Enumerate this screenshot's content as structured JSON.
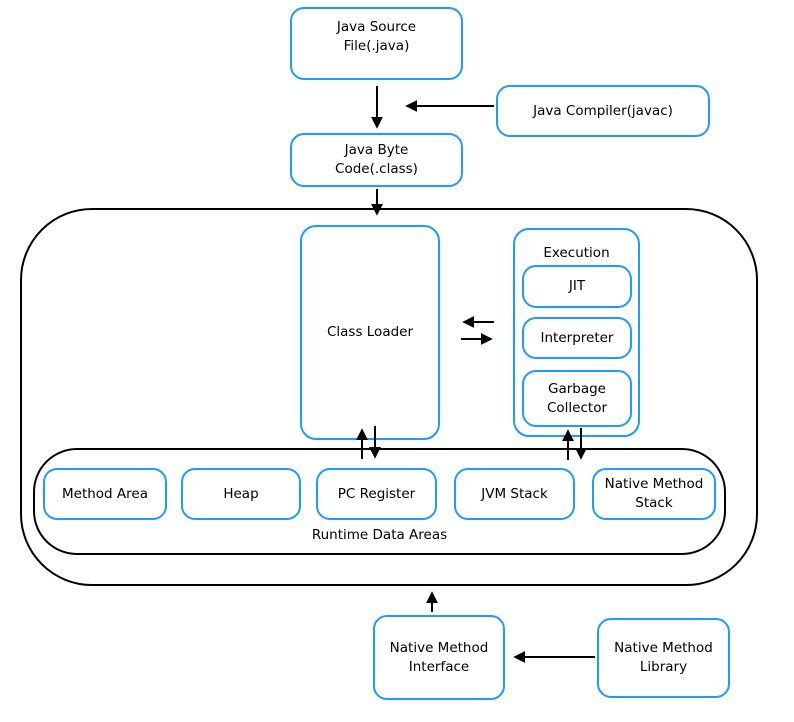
{
  "colors": {
    "node_border": "#1e9bff",
    "container_border": "#000000",
    "background": "#ffffff",
    "text": "#000000"
  },
  "nodes": {
    "java_source": {
      "lines": [
        "Java Source",
        "File(.java)"
      ]
    },
    "java_compiler": {
      "label": "Java Compiler(javac)"
    },
    "java_byte_code": {
      "lines": [
        "Java Byte",
        "Code(.class)"
      ]
    },
    "class_loader": {
      "label": "Class Loader"
    },
    "execution": {
      "label": "Execution",
      "children": {
        "jit": "JIT",
        "interpreter": "Interpreter",
        "garbage_collector_lines": [
          "Garbage",
          "Collector"
        ]
      }
    },
    "runtime_data_areas": {
      "label": "Runtime Data Areas",
      "boxes": [
        "Method Area",
        "Heap",
        "PC Register",
        "JVM Stack",
        "Native Method Stack"
      ]
    },
    "native_method_interface": {
      "lines": [
        "Native Method",
        "Interface"
      ]
    },
    "native_method_library": {
      "lines": [
        "Native Method",
        "Library"
      ]
    }
  }
}
